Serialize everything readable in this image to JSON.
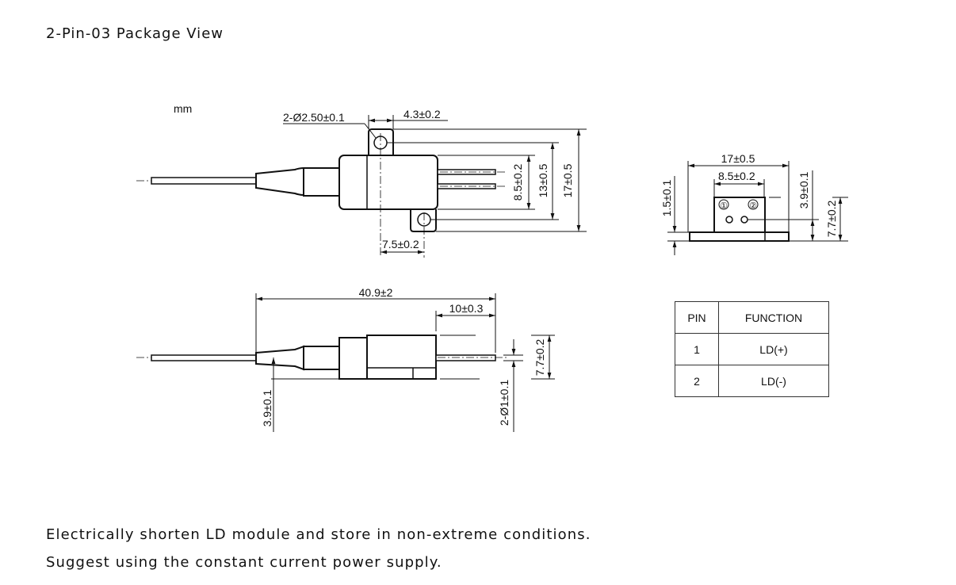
{
  "title": "2-Pin-03 Package View",
  "units": "mm",
  "top_view": {
    "hole_label": "2-Ø2.50±0.1",
    "tab_width": "4.3±0.2",
    "pin_spacing": "8.5±0.2",
    "hole_spacing_v": "13±0.5",
    "overall_width": "17±0.5",
    "hole_offset": "7.5±0.2"
  },
  "end_view": {
    "width": "17±0.5",
    "block_width": "8.5±0.2",
    "pin1_marker": "①",
    "pin2_marker": "②",
    "base_thickness": "1.5±0.1",
    "pin_height": "3.9±0.1",
    "height": "7.7±0.2"
  },
  "side_view": {
    "length": "40.9±2",
    "pin_length": "10±0.3",
    "fiber_height": "3.9±0.1",
    "pin_diameter": "2-Ø1±0.1",
    "height": "7.7±0.2"
  },
  "pin_table": {
    "headers": [
      "PIN",
      "FUNCTION"
    ],
    "rows": [
      {
        "pin": "1",
        "function": "LD(+)"
      },
      {
        "pin": "2",
        "function": "LD(-)"
      }
    ]
  },
  "notes": [
    "Electrically shorten LD module and store in non-extreme conditions.",
    "Suggest using the constant current power supply."
  ]
}
